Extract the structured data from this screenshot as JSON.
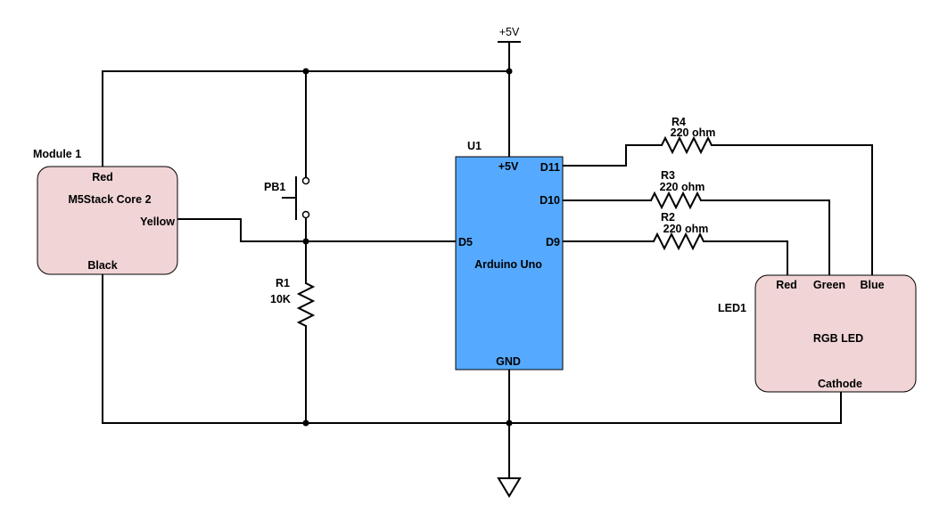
{
  "colors": {
    "wire": "#000000",
    "module_fill": "#f0d4d6",
    "arduino_fill": "#55aaff",
    "background": "#ffffff"
  },
  "power": {
    "label": "+5V"
  },
  "ground": {
    "icon": "ground-symbol-icon"
  },
  "module1": {
    "ref": "Module 1",
    "name": "M5Stack Core 2",
    "pins": {
      "top": "Red",
      "right": "Yellow",
      "bottom": "Black"
    }
  },
  "u1": {
    "ref": "U1",
    "name": "Arduino Uno",
    "pins": {
      "vcc": "+5V",
      "d11": "D11",
      "d10": "D10",
      "d5": "D5",
      "d9": "D9",
      "gnd": "GND"
    }
  },
  "pb1": {
    "ref": "PB1",
    "icon": "pushbutton-icon"
  },
  "r1": {
    "ref": "R1",
    "value": "10K"
  },
  "r2": {
    "ref": "R2",
    "value": "220 ohm"
  },
  "r3": {
    "ref": "R3",
    "value": "220 ohm"
  },
  "r4": {
    "ref": "R4",
    "value": "220 ohm"
  },
  "led1": {
    "ref": "LED1",
    "name": "RGB LED",
    "pins": {
      "red": "Red",
      "green": "Green",
      "blue": "Blue",
      "cathode": "Cathode"
    }
  }
}
